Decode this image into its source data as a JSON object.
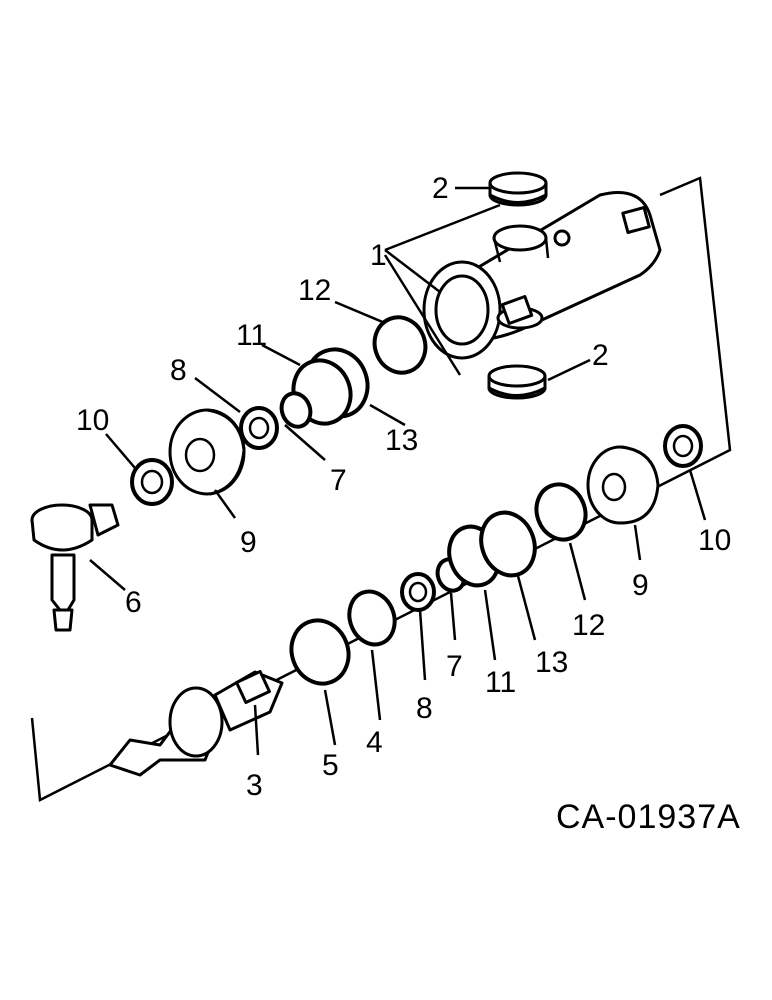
{
  "drawing_code": "CA-01937A",
  "callouts": {
    "c1": "1",
    "c2a": "2",
    "c2b": "2",
    "c3": "3",
    "c4": "4",
    "c5": "5",
    "c6": "6",
    "c7a": "7",
    "c7b": "7",
    "c8a": "8",
    "c8b": "8",
    "c9a": "9",
    "c9b": "9",
    "c10a": "10",
    "c10b": "10",
    "c11a": "11",
    "c11b": "11",
    "c12a": "12",
    "c12b": "12",
    "c13a": "13",
    "c13b": "13"
  }
}
